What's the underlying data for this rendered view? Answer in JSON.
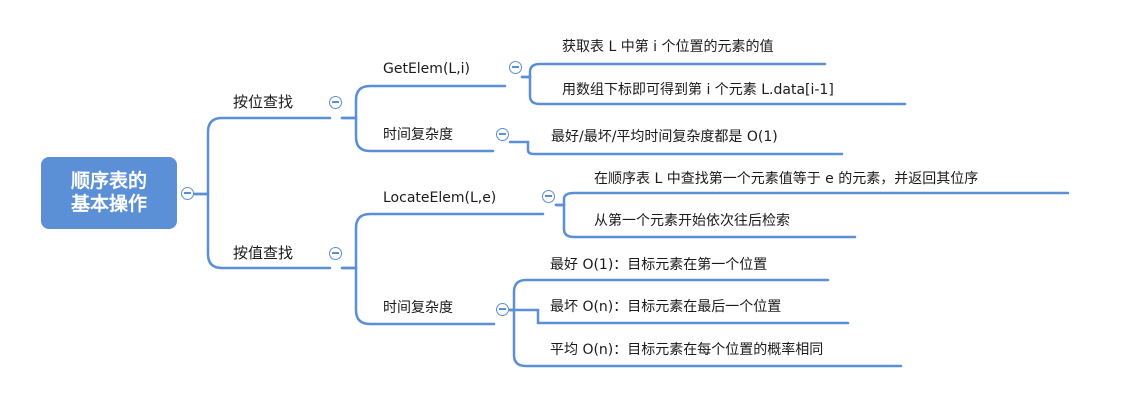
{
  "root": {
    "line1": "顺序表的",
    "line2": "基本操作"
  },
  "branches": {
    "by_position": {
      "label": "按位查找",
      "getelem": {
        "label": "GetElem(L,i)",
        "leaf1": "获取表 L 中第 i 个位置的元素的值",
        "leaf2": "用数组下标即可得到第 i 个元素 L.data[i-1]"
      },
      "complexity": {
        "label": "时间复杂度",
        "leaf1": "最好/最坏/平均时间复杂度都是 O(1)"
      }
    },
    "by_value": {
      "label": "按值查找",
      "locateelem": {
        "label": "LocateElem(L,e)",
        "leaf1": "在顺序表 L 中查找第一个元素值等于 e 的元素，并返回其位序",
        "leaf2": "从第一个元素开始依次往后检索"
      },
      "complexity": {
        "label": "时间复杂度",
        "leaf1": "最好 O(1)：目标元素在第一个位置",
        "leaf2": "最坏 O(n)：目标元素在最后一个位置",
        "leaf3": "平均 O(n)：目标元素在每个位置的概率相同"
      }
    }
  },
  "colors": {
    "accent": "#5b8fd6",
    "text": "#1a1a1a",
    "background": "#ffffff"
  },
  "icons": {
    "collapse": "collapse-toggle-icon"
  }
}
